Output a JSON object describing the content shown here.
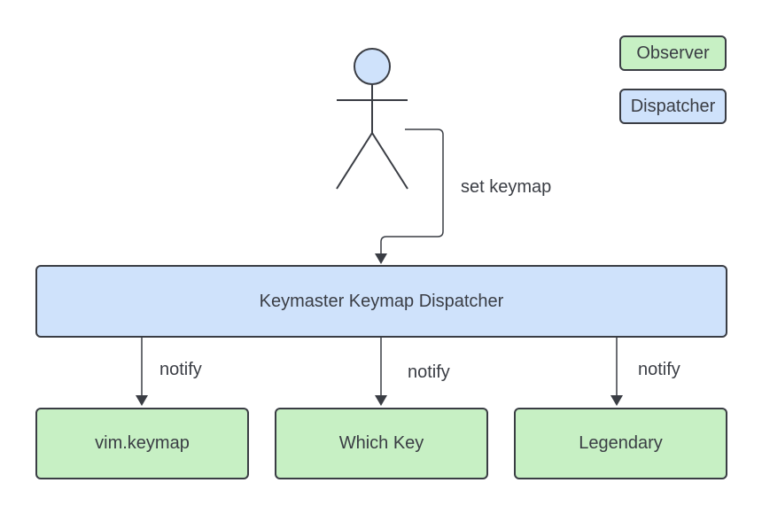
{
  "legend": {
    "observer": "Observer",
    "dispatcher": "Dispatcher"
  },
  "actor_arrow_label": "set keymap",
  "dispatcher_box": "Keymaster Keymap Dispatcher",
  "notify_labels": [
    "notify",
    "notify",
    "notify"
  ],
  "observers": [
    "vim.keymap",
    "Which Key",
    "Legendary"
  ],
  "colors": {
    "observer_fill": "#c7f0c4",
    "dispatcher_fill": "#cfe2fb",
    "stroke": "#3a3d44",
    "actor_head": "#cfe2fb"
  }
}
